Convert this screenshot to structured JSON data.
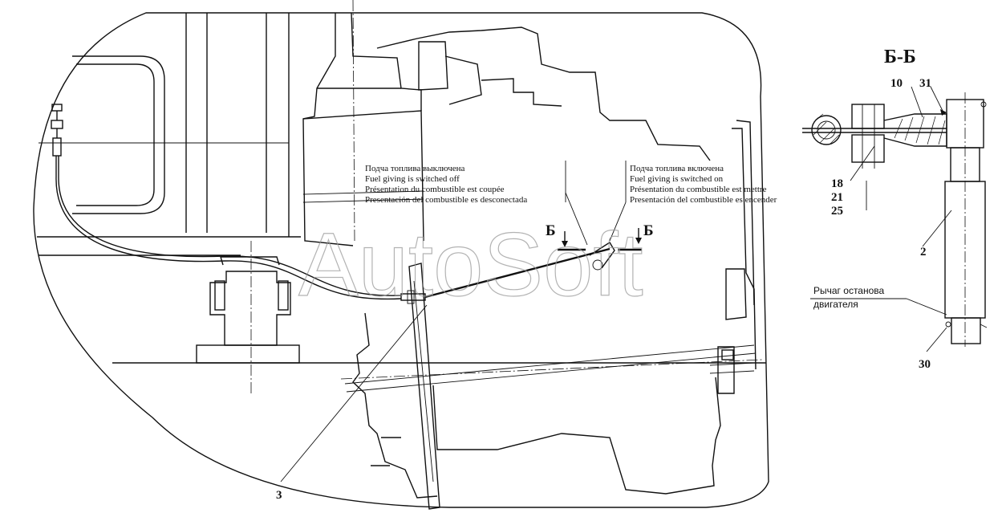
{
  "watermark": "AutoSoft",
  "section_view": {
    "title": "Б-Б",
    "markers": [
      "Б",
      "Б"
    ]
  },
  "annotations": {
    "fuel_off": [
      "Подча топлива выключена",
      "Fuel giving is switched off",
      "Présentation du combustible est coupée",
      "Presentación del combustible es desconectada"
    ],
    "fuel_on": [
      "Подча топлива включена",
      "Fuel giving is switched on",
      "Présentation du combustible est mettre",
      "Presentación del combustible es encender"
    ],
    "engine_stop_lever": [
      "Рычаг останова",
      "двигателя"
    ]
  },
  "callouts": {
    "c10": "10",
    "c31": "31",
    "c18": "18",
    "c21": "21",
    "c25": "25",
    "c2": "2",
    "c30": "30",
    "c3": "3"
  },
  "colors": {
    "line": "#111111",
    "watermark": "#9a9a9a",
    "background": "#ffffff"
  }
}
